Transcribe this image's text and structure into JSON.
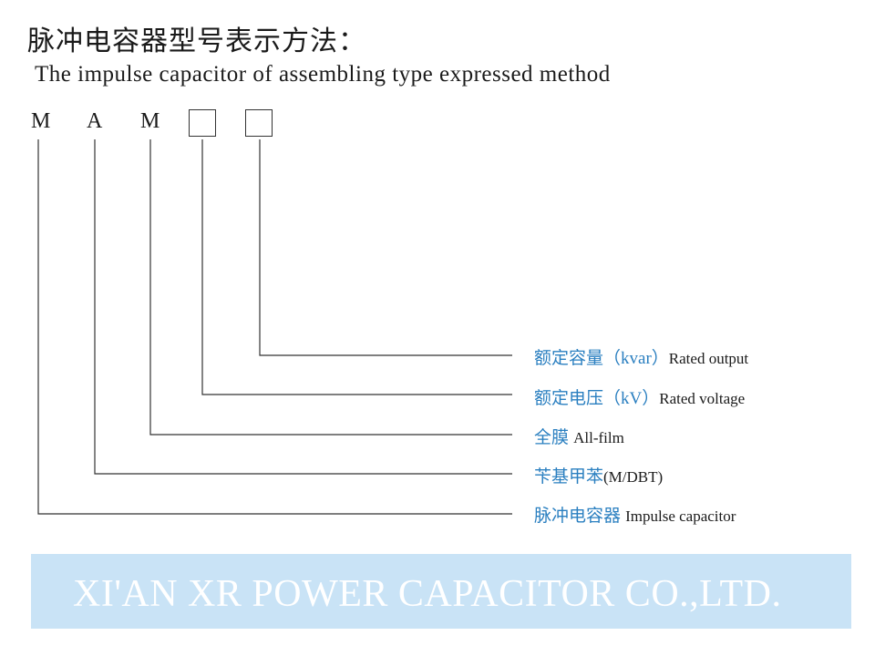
{
  "title_cn": "脉冲电容器型号表示方法：",
  "title_en": "The impulse capacitor of assembling type expressed method",
  "code": {
    "letters": [
      "M",
      "A",
      "M"
    ]
  },
  "labels": [
    {
      "cn": "额定容量（",
      "unit": "kvar",
      "cn_close": "）",
      "en": "Rated output"
    },
    {
      "cn": "额定电压（",
      "unit": "kV",
      "cn_close": "）",
      "en": "Rated voltage"
    },
    {
      "cn": "全膜",
      "unit": "",
      "cn_close": "",
      "en": "All-film"
    },
    {
      "cn": "苄基甲苯",
      "unit": "",
      "cn_close": "",
      "en": "(M/DBT)"
    },
    {
      "cn": "脉冲电容器",
      "unit": "",
      "cn_close": "",
      "en": "Impulse capacitor"
    }
  ],
  "banner": {
    "text": "XI'AN XR POWER CAPACITOR CO.,LTD.",
    "color": "#c9e3f6"
  },
  "colors": {
    "label_cn": "#2a7fc0",
    "line": "#333333"
  }
}
